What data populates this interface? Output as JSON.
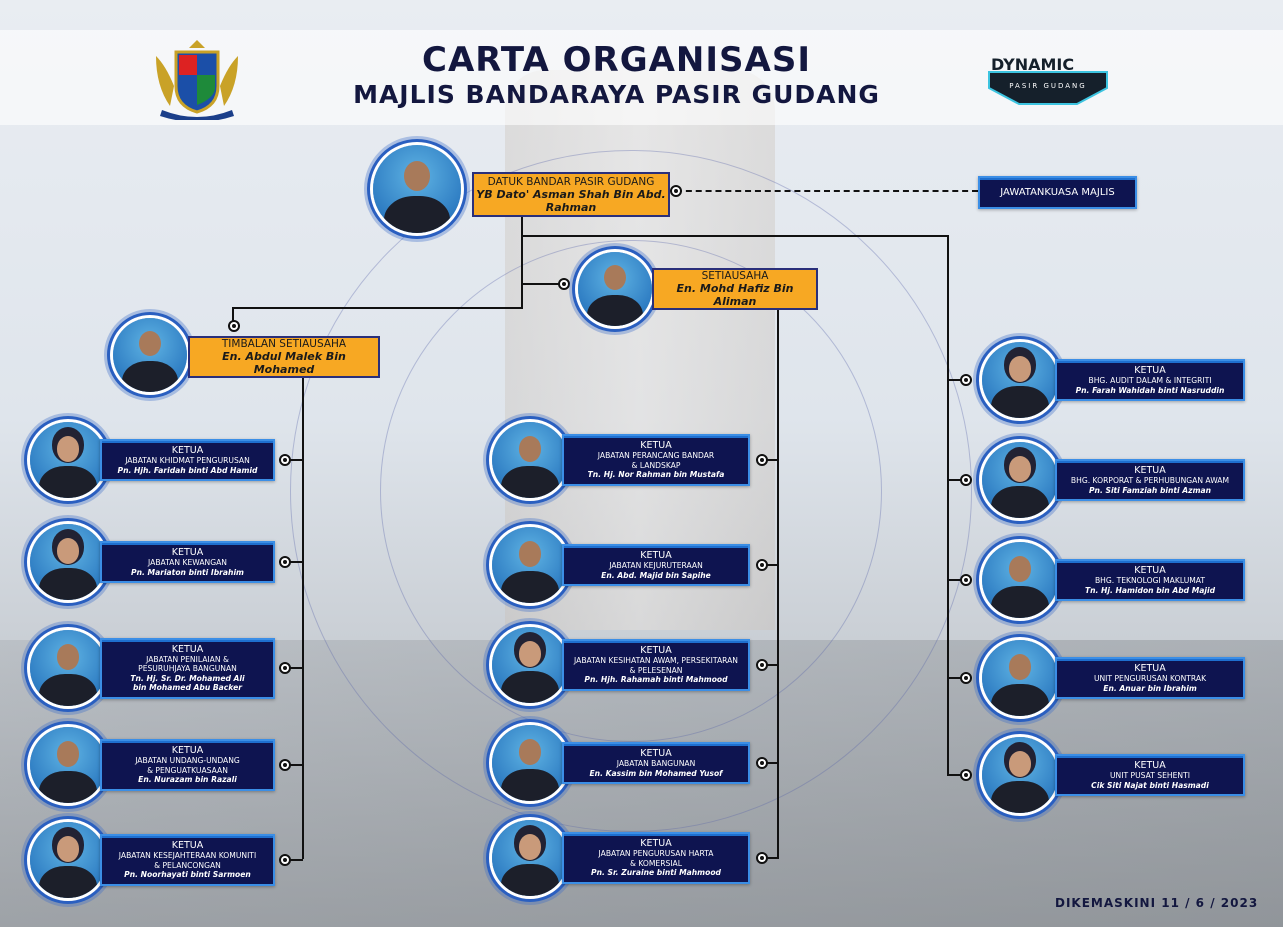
{
  "header": {
    "title_line1": "CARTA ORGANISASI",
    "title_line2": "MAJLIS BANDARAYA PASIR GUDANG",
    "left_logo": "majlis-bandaraya-pasir-gudang-crest",
    "right_logo": {
      "text_top": "DYNAMIC",
      "text_bottom": "PASIR GUDANG"
    }
  },
  "colors": {
    "leader_box": "#f7a823",
    "unit_box": "#0e1450",
    "accent": "#3b8ee6",
    "title": "#13173f"
  },
  "leaders": {
    "datuk": {
      "position": "DATUK BANDAR PASIR GUDANG",
      "name": "YB Dato' Asman Shah Bin Abd. Rahman"
    },
    "committee": "JAWATANKUASA MAJLIS",
    "setiausaha": {
      "position": "SETIAUSAHA",
      "name": "En. Mohd Hafiz Bin Aliman"
    },
    "timbalan": {
      "position": "TIMBALAN SETIAUSAHA",
      "name": "En. Abdul Malek Bin Mohamed"
    }
  },
  "left_units": [
    {
      "title": "KETUA",
      "dept": [
        "JABATAN KHIDMAT PENGURUSAN"
      ],
      "name": [
        "Pn. Hjh. Faridah binti Abd Hamid"
      ],
      "gender": "f"
    },
    {
      "title": "KETUA",
      "dept": [
        "JABATAN KEWANGAN"
      ],
      "name": [
        "Pn. Mariaton binti Ibrahim"
      ],
      "gender": "f"
    },
    {
      "title": "KETUA",
      "dept": [
        "JABATAN PENILAIAN &",
        "PESURUHJAYA BANGUNAN"
      ],
      "name": [
        "Tn. Hj. Sr. Dr. Mohamed Ali",
        "bin Mohamed Abu Backer"
      ],
      "gender": "m"
    },
    {
      "title": "KETUA",
      "dept": [
        "JABATAN UNDANG-UNDANG",
        "& PENGUATKUASAAN"
      ],
      "name": [
        "En. Nurazam bin Razali"
      ],
      "gender": "m"
    },
    {
      "title": "KETUA",
      "dept": [
        "JABATAN KESEJAHTERAAN KOMUNITI",
        "& PELANCONGAN"
      ],
      "name": [
        "Pn. Noorhayati binti Sarmoen"
      ],
      "gender": "f"
    }
  ],
  "middle_units": [
    {
      "title": "KETUA",
      "dept": [
        "JABATAN PERANCANG BANDAR",
        "& LANDSKAP"
      ],
      "name": [
        "Tn. Hj. Nor Rahman bin Mustafa"
      ],
      "gender": "m"
    },
    {
      "title": "KETUA",
      "dept": [
        "JABATAN KEJURUTERAAN"
      ],
      "name": [
        "En. Abd. Majid bin Sapihe"
      ],
      "gender": "m"
    },
    {
      "title": "KETUA",
      "dept": [
        "JABATAN KESIHATAN AWAM, PERSEKITARAN",
        "& PELESENAN"
      ],
      "name": [
        "Pn. Hjh. Rahamah binti Mahmood"
      ],
      "gender": "f"
    },
    {
      "title": "KETUA",
      "dept": [
        "JABATAN  BANGUNAN"
      ],
      "name": [
        "En. Kassim bin Mohamed Yusof"
      ],
      "gender": "m"
    },
    {
      "title": "KETUA",
      "dept": [
        "JABATAN PENGURUSAN HARTA",
        "& KOMERSIAL"
      ],
      "name": [
        "Pn. Sr. Zuraine binti Mahmood"
      ],
      "gender": "f"
    }
  ],
  "right_units": [
    {
      "title": "KETUA",
      "dept": [
        "BHG. AUDIT DALAM & INTEGRITI"
      ],
      "name": [
        "Pn. Farah Wahidah binti Nasruddin"
      ],
      "gender": "f"
    },
    {
      "title": "KETUA",
      "dept": [
        "BHG. KORPORAT & PERHUBUNGAN AWAM"
      ],
      "name": [
        "Pn. Siti Famziah binti Azman"
      ],
      "gender": "f"
    },
    {
      "title": "KETUA",
      "dept": [
        "BHG. TEKNOLOGI MAKLUMAT"
      ],
      "name": [
        "Tn. Hj. Hamidon bin Abd Majid"
      ],
      "gender": "m"
    },
    {
      "title": "KETUA",
      "dept": [
        "UNIT PENGURUSAN KONTRAK"
      ],
      "name": [
        "En. Anuar bin Ibrahim"
      ],
      "gender": "m"
    },
    {
      "title": "KETUA",
      "dept": [
        "UNIT PUSAT SEHENTI"
      ],
      "name": [
        "Cik Siti Najat binti Hasmadi"
      ],
      "gender": "f"
    }
  ],
  "footer": {
    "updated": "DIKEMASKINI 11 / 6 / 2023"
  }
}
